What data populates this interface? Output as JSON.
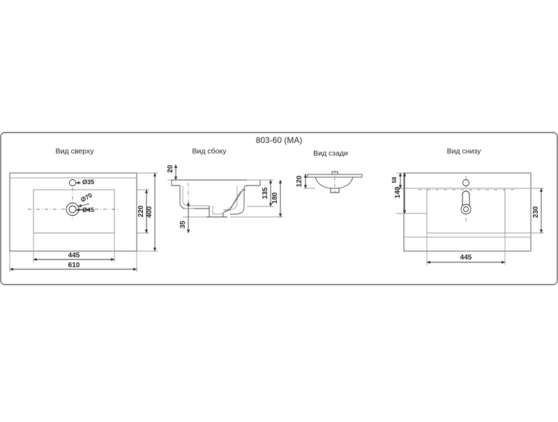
{
  "title": "803-60 (MA)",
  "views": {
    "top": "Вид сверху",
    "side": "Вид сбоку",
    "back": "Вид сзади",
    "bottom": "Вид снизу"
  },
  "dims": {
    "top_diam_35": "Ø35",
    "top_diam_70": "Ø70",
    "top_diam_45": "Ø45",
    "top_220": "220",
    "top_400": "400",
    "top_445": "445",
    "top_610": "610",
    "side_20": "20",
    "side_135": "135",
    "side_180": "180",
    "side_35": "35",
    "back_120": "120",
    "bottom_58": "58",
    "bottom_140": "140",
    "bottom_230": "230",
    "bottom_445": "445"
  }
}
